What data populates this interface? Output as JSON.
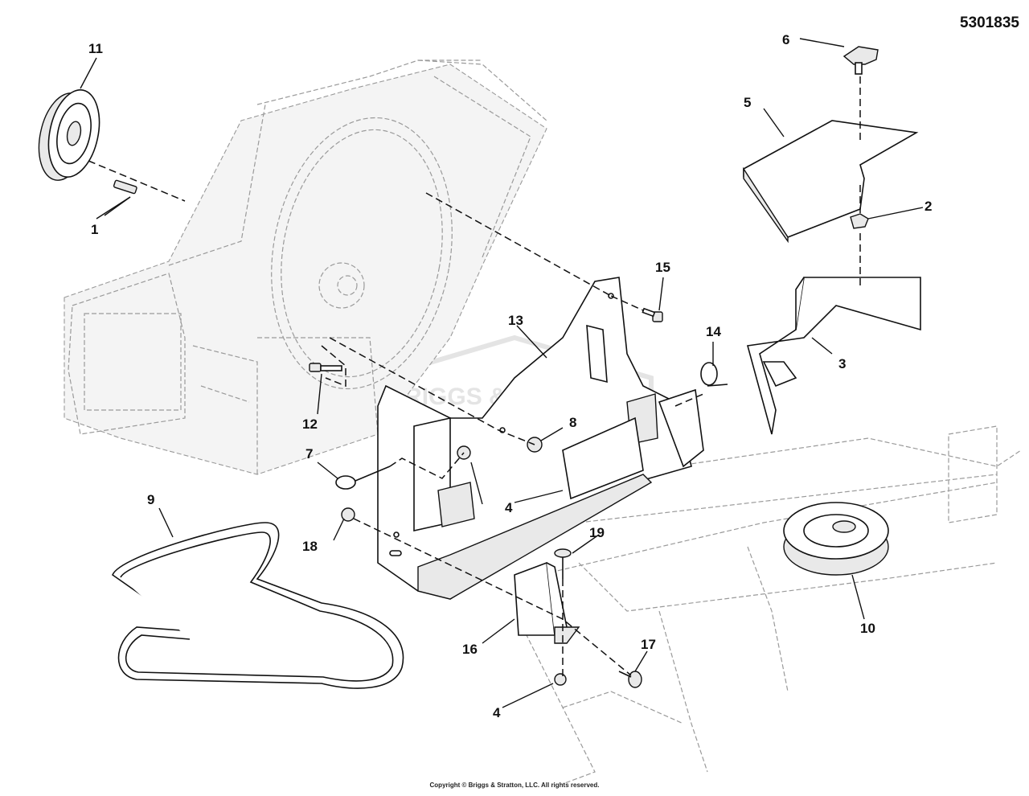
{
  "diagram": {
    "part_number": "5301835",
    "copyright": "Copyright © Briggs & Stratton, LLC. All rights reserved.",
    "watermark": "BRIGGS & STRATTON",
    "callouts": [
      "1",
      "2",
      "3",
      "4",
      "4",
      "4",
      "5",
      "6",
      "7",
      "8",
      "9",
      "10",
      "11",
      "12",
      "13",
      "14",
      "15",
      "16",
      "17",
      "18",
      "19"
    ]
  }
}
